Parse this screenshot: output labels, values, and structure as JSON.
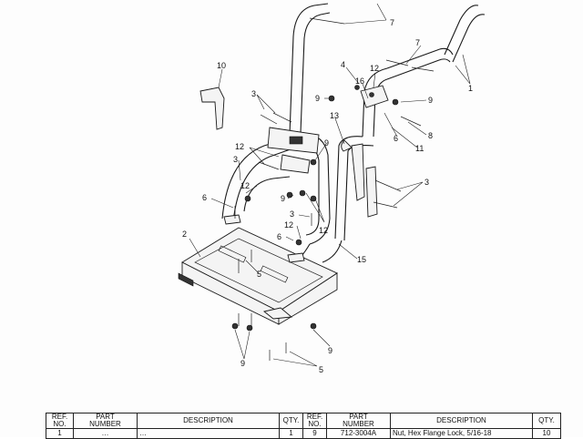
{
  "callouts": {
    "c7a": "7",
    "c7b": "7",
    "c1": "1",
    "c4": "4",
    "c12a": "12",
    "c16": "16",
    "c9a": "9",
    "c9b": "9",
    "c10": "10",
    "c3a": "3",
    "c13": "13",
    "c8": "8",
    "c6a": "6",
    "c11": "11",
    "c9c": "9",
    "c12b": "12",
    "c3b": "3",
    "c3c": "3",
    "c12c": "12",
    "c6b": "6",
    "c9d": "9",
    "c3d": "3",
    "c12d": "12",
    "c12e": "12",
    "c6c": "6",
    "c2": "2",
    "c15": "15",
    "c5a": "5",
    "c9e": "9",
    "c9f": "9",
    "c5b": "5"
  },
  "table": {
    "headers": {
      "ref1_top": "REF.",
      "ref1_bot": "NO.",
      "part1_top": "PART",
      "part1_bot": "NUMBER",
      "desc1": "DESCRIPTION",
      "qty1": "QTY.",
      "ref2_top": "REF.",
      "ref2_bot": "NO.",
      "part2_top": "PART",
      "part2_bot": "NUMBER",
      "desc2": "DESCRIPTION",
      "qty2": "QTY."
    },
    "rows": [
      {
        "ref1": "1",
        "part1": "…",
        "desc1": "…",
        "qty1": "1",
        "ref2": "9",
        "part2": "712-3004A",
        "desc2": "Nut, Hex Flange Lock, 5/16-18",
        "qty2": "10"
      }
    ]
  }
}
